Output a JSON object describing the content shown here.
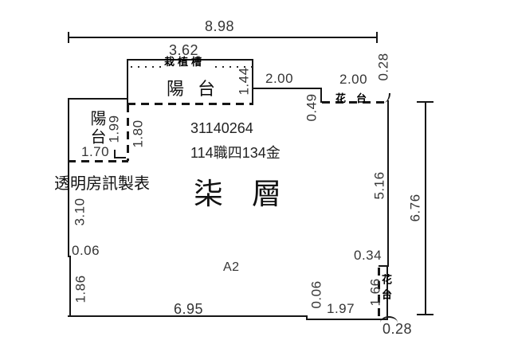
{
  "plan": {
    "floor_label": "柒層",
    "unit_label": "A2",
    "serial_number": "31140264",
    "registration_code": "114職四134金",
    "maker_watermark": "透明房訊製表",
    "balcony_top": "陽台",
    "balcony_left": "陽台",
    "planter": "栽植槽",
    "flower_bed_top": "花台",
    "flower_bed_right": "花台"
  },
  "dimensions": {
    "total_width": "8.98",
    "top_balcony_width": "3.62",
    "top_balcony_depth": "1.44",
    "top_wall_a": "2.00",
    "top_wall_b": "2.00",
    "top_right_offset": "0.28",
    "right_step": "0.49",
    "left_balcony_depth_outer": "1.99",
    "left_balcony_depth_inner": "1.80",
    "left_balcony_width": "1.70",
    "left_wall_upper": "3.10",
    "left_wall_jog": "0.06",
    "left_wall_lower": "1.86",
    "bottom_width": "6.95",
    "right_wall_inner": "5.16",
    "right_total_height": "6.76",
    "bottom_right_step": "0.34",
    "flower_bed_height": "1.66",
    "bottom_jog": "0.06",
    "bottom_right_width": "1.97",
    "bottom_right_offset": "0.28"
  },
  "colors": {
    "line": "#161616",
    "dim_text": "#353535",
    "background": "#ffffff"
  }
}
